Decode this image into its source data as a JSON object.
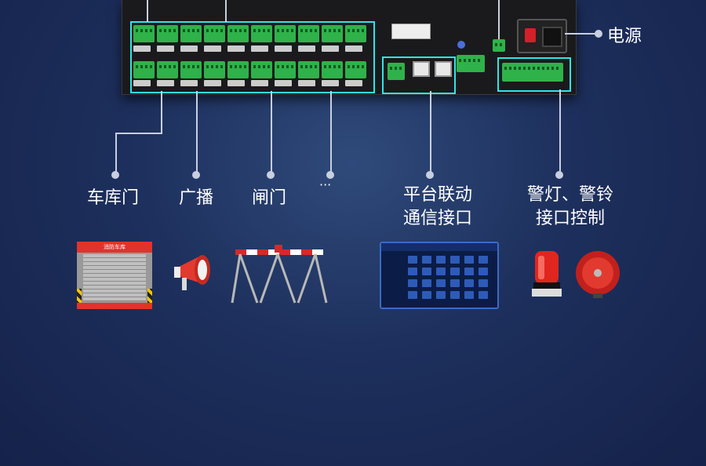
{
  "power": {
    "label": "电源"
  },
  "interfaces": [
    {
      "label": "车库门"
    },
    {
      "label": "广播"
    },
    {
      "label": "闸门"
    },
    {
      "label": "···"
    },
    {
      "lines": [
        "平台联动",
        "通信接口"
      ]
    },
    {
      "lines": [
        "警灯、警铃",
        "接口控制"
      ]
    }
  ],
  "colors": {
    "highlight": "#2ee6e6",
    "terminal": "#2fb24a",
    "background": "#1d2f5c"
  },
  "icons": [
    "garage-door-icon",
    "megaphone-icon",
    "barrier-gate-icon",
    "platform-screen-icon",
    "warning-light-icon",
    "alarm-bell-icon"
  ],
  "garage_door_sign": "消防车库"
}
